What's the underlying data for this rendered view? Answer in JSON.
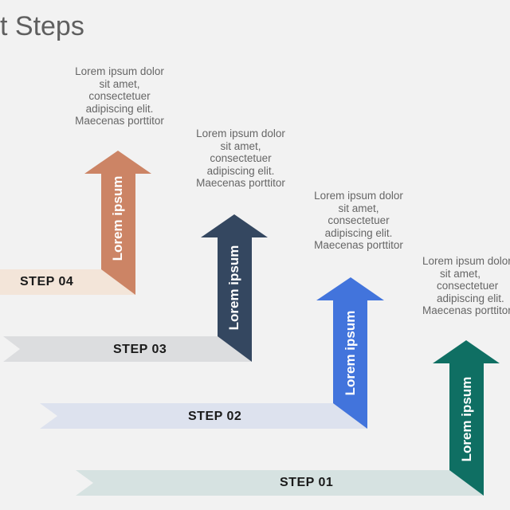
{
  "title": "t Steps",
  "steps": [
    {
      "label": "STEP 01",
      "arrow_text": "Lorem ipsum",
      "color": "#0f6f63",
      "ribbon_color": "#d6e2e1",
      "description": [
        "Lorem ipsum dolor",
        "sit amet,",
        "consectetuer",
        "adipiscing elit.",
        "Maecenas porttitor"
      ]
    },
    {
      "label": "STEP 02",
      "arrow_text": "Lorem ipsum",
      "color": "#4274dc",
      "ribbon_color": "#dde2ee",
      "description": [
        "Lorem ipsum dolor",
        "sit amet,",
        "consectetuer",
        "adipiscing elit.",
        "Maecenas porttitor"
      ]
    },
    {
      "label": "STEP 03",
      "arrow_text": "Lorem ipsum",
      "color": "#344760",
      "ribbon_color": "#dcdddf",
      "description": [
        "Lorem ipsum dolor",
        "sit amet,",
        "consectetuer",
        "adipiscing elit.",
        "Maecenas porttitor"
      ]
    },
    {
      "label": "STEP 04",
      "arrow_text": "Lorem ipsum",
      "color": "#cc8465",
      "ribbon_color": "#f3e5d9",
      "description": [
        "Lorem ipsum dolor",
        "sit amet,",
        "consectetuer",
        "adipiscing elit.",
        "Maecenas porttitor"
      ]
    }
  ]
}
